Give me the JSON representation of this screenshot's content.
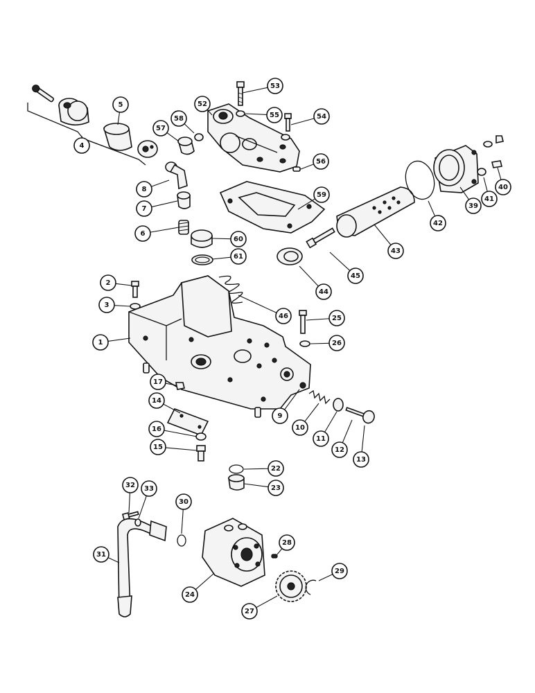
{
  "callouts": [
    {
      "id": "53",
      "label": "53"
    },
    {
      "id": "52",
      "label": "52"
    },
    {
      "id": "55",
      "label": "55"
    },
    {
      "id": "54",
      "label": "54"
    },
    {
      "id": "5",
      "label": "5"
    },
    {
      "id": "58",
      "label": "58"
    },
    {
      "id": "57",
      "label": "57"
    },
    {
      "id": "4",
      "label": "4"
    },
    {
      "id": "56",
      "label": "56"
    },
    {
      "id": "8",
      "label": "8"
    },
    {
      "id": "59",
      "label": "59"
    },
    {
      "id": "7",
      "label": "7"
    },
    {
      "id": "39",
      "label": "39"
    },
    {
      "id": "41",
      "label": "41"
    },
    {
      "id": "40",
      "label": "40"
    },
    {
      "id": "42",
      "label": "42"
    },
    {
      "id": "43",
      "label": "43"
    },
    {
      "id": "6",
      "label": "6"
    },
    {
      "id": "60",
      "label": "60"
    },
    {
      "id": "61",
      "label": "61"
    },
    {
      "id": "45",
      "label": "45"
    },
    {
      "id": "44",
      "label": "44"
    },
    {
      "id": "2",
      "label": "2"
    },
    {
      "id": "3",
      "label": "3"
    },
    {
      "id": "46",
      "label": "46"
    },
    {
      "id": "25",
      "label": "25"
    },
    {
      "id": "1",
      "label": "1"
    },
    {
      "id": "26",
      "label": "26"
    },
    {
      "id": "17",
      "label": "17"
    },
    {
      "id": "14",
      "label": "14"
    },
    {
      "id": "9",
      "label": "9"
    },
    {
      "id": "10",
      "label": "10"
    },
    {
      "id": "11",
      "label": "11"
    },
    {
      "id": "12",
      "label": "12"
    },
    {
      "id": "13",
      "label": "13"
    },
    {
      "id": "16",
      "label": "16"
    },
    {
      "id": "15",
      "label": "15"
    },
    {
      "id": "22",
      "label": "22"
    },
    {
      "id": "23",
      "label": "23"
    },
    {
      "id": "32",
      "label": "32"
    },
    {
      "id": "33",
      "label": "33"
    },
    {
      "id": "30",
      "label": "30"
    },
    {
      "id": "28",
      "label": "28"
    },
    {
      "id": "31",
      "label": "31"
    },
    {
      "id": "29",
      "label": "29"
    },
    {
      "id": "24",
      "label": "24"
    },
    {
      "id": "27",
      "label": "27"
    }
  ]
}
